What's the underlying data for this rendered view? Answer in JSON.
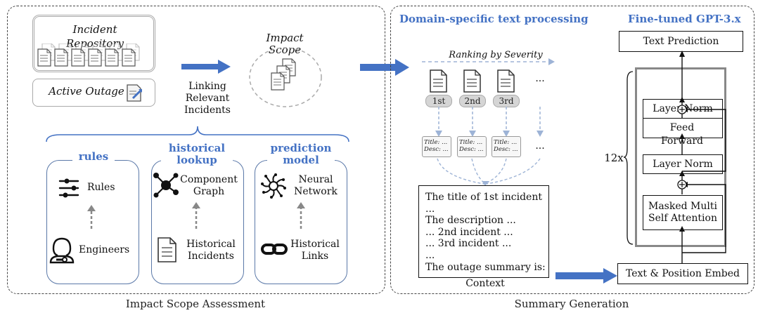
{
  "left_panel": {
    "caption": "Impact Scope Assessment",
    "repository_label": "Incident\nRepository",
    "active_outage_label": "Active Outage",
    "impact_scope_label": "Impact Scope",
    "linking_label": "Linking\nRelevant\nIncidents",
    "sources": [
      {
        "tag": "rules",
        "top_label": "Rules",
        "bottom_label": "Engineers",
        "top_icon": "sliders-icon",
        "bottom_icon": "engineer-icon"
      },
      {
        "tag": "historical\nlookup",
        "top_label": "Component\nGraph",
        "bottom_label": "Historical\nIncidents",
        "top_icon": "graph-icon",
        "bottom_icon": "document-icon"
      },
      {
        "tag": "prediction\nmodel",
        "top_label": "Neural\nNetwork",
        "bottom_label": "Historical\nLinks",
        "top_icon": "neural-network-icon",
        "bottom_icon": "link-icon"
      }
    ]
  },
  "right_panel": {
    "caption": "Summary Generation",
    "text_processing_title": "Domain-specific text processing",
    "ranking_label": "Ranking by Severity",
    "ranks": [
      "1st",
      "2nd",
      "3rd"
    ],
    "ellipsis": "...",
    "card_lines": [
      "Title: ...",
      "Desc: ..."
    ],
    "context_lines": [
      "The title of 1st incident",
      "...",
      "The description ...",
      "... 2nd incident ...",
      "... 3rd incident ...",
      "...",
      "The outage summary is:"
    ],
    "context_label": "Context",
    "model_title": "Fine-tuned GPT-3.x",
    "text_prediction": "Text Prediction",
    "layer_norm_top": "Layer Norm",
    "feed_forward": "Feed\nForward",
    "layer_norm_bottom": "Layer Norm",
    "attention": "Masked Multi\nSelf Attention",
    "repeat": "12x",
    "embed": "Text & Position Embed",
    "plus": "+"
  },
  "colors": {
    "accent": "#4472c4",
    "arrow": "#4472c4",
    "dashed_arrow": "#9db3d6"
  }
}
